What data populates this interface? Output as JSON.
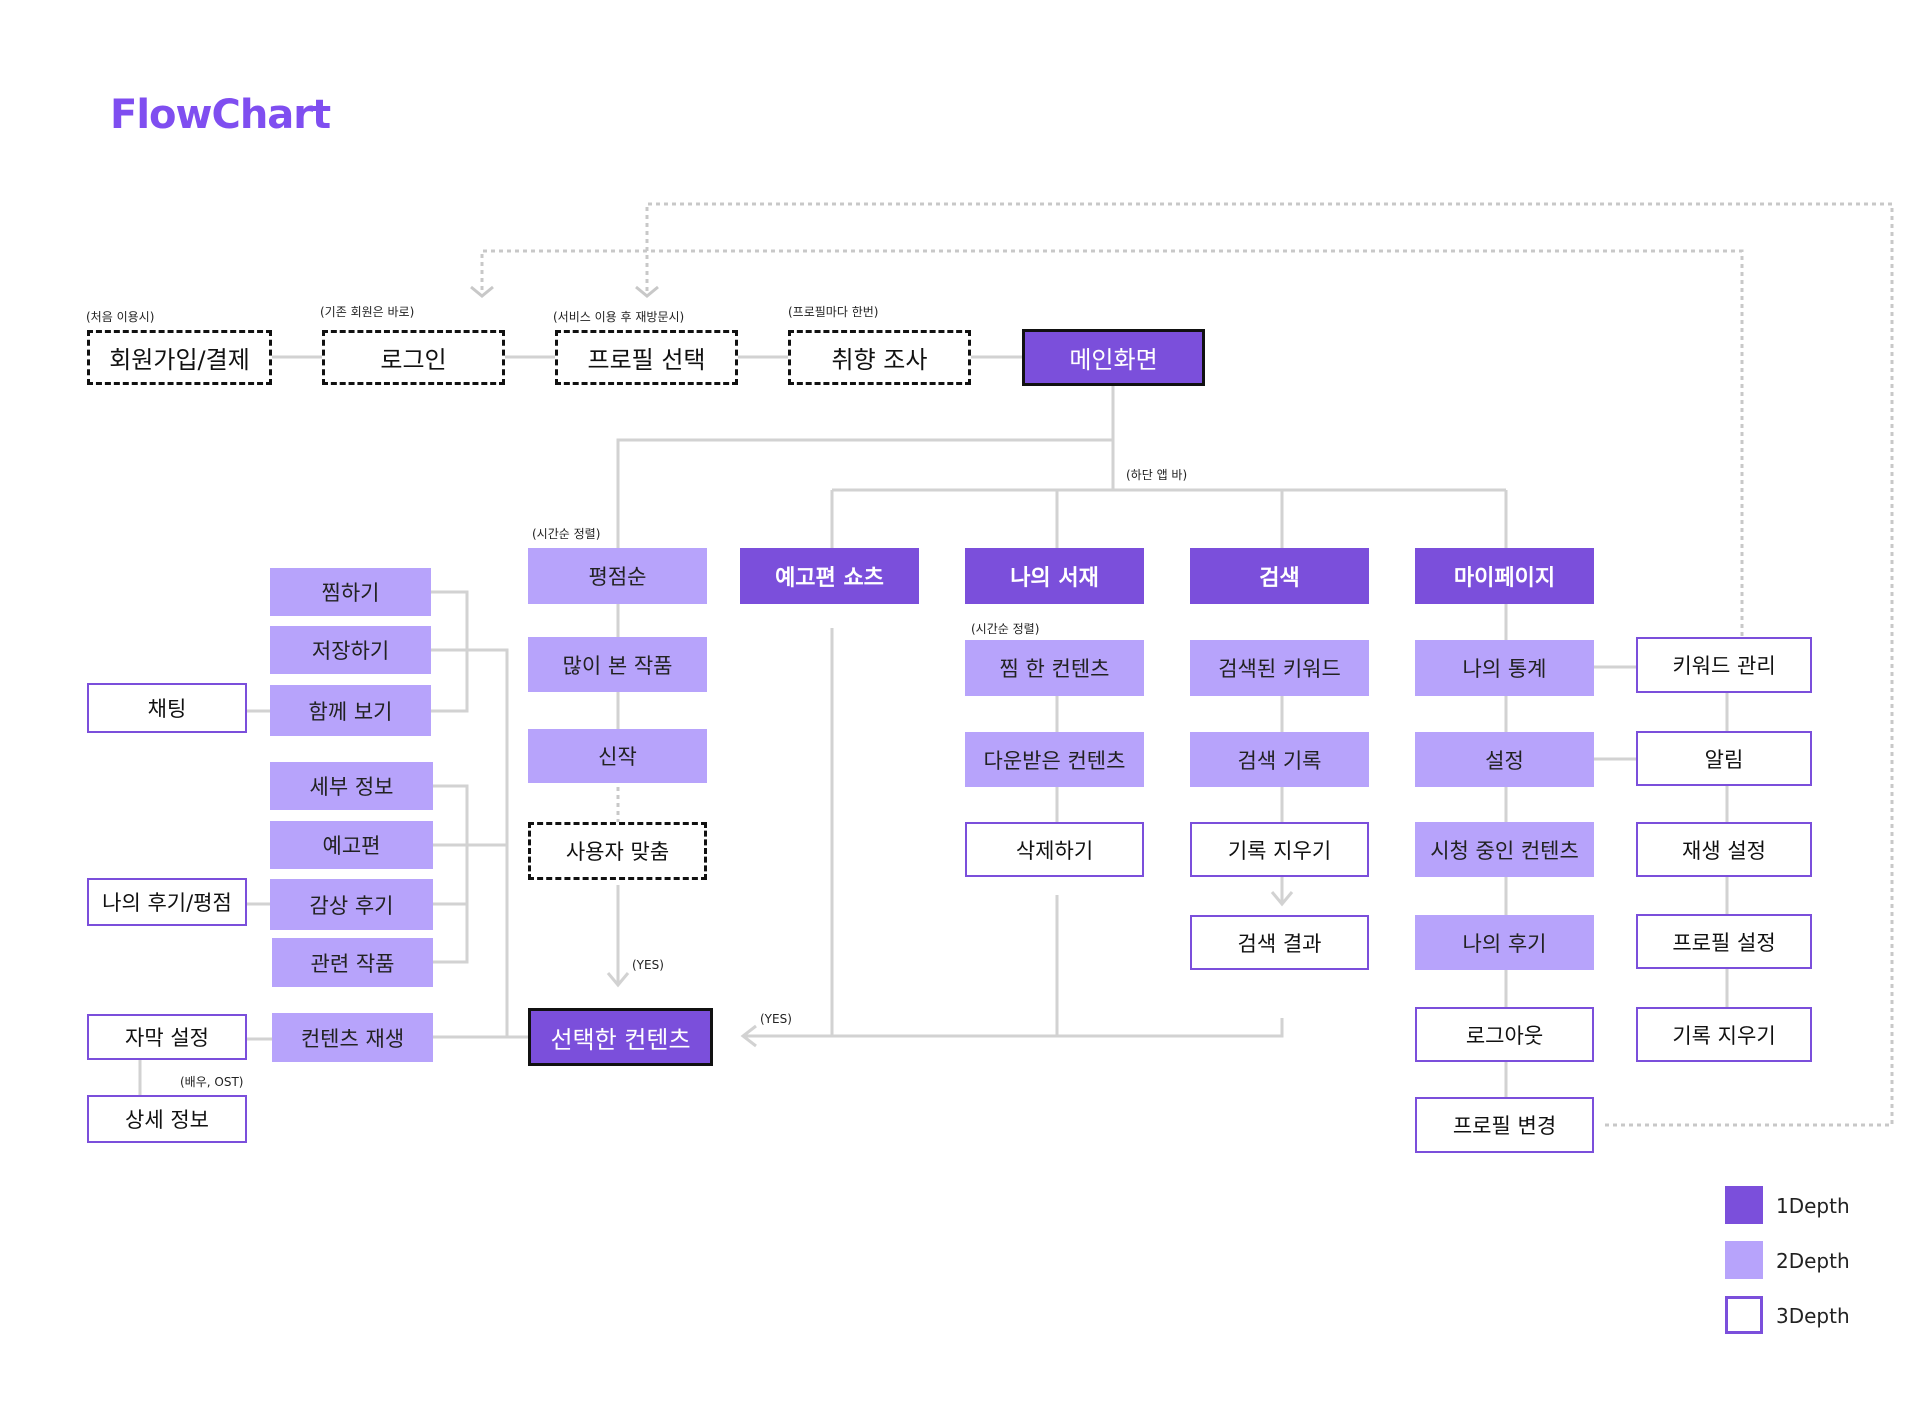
{
  "title": "FlowChart",
  "colors": {
    "depth1": "#7b4fdb",
    "depth2": "#b7a3fb",
    "depth3_border": "#7b4fdb",
    "title": "#7f4ef0",
    "connector": "#d2d2d2"
  },
  "onboarding": {
    "signup": {
      "note": "(처음 이용시)",
      "label": "회원가입/결제"
    },
    "login": {
      "note": "(기존 회원은 바로)",
      "label": "로그인"
    },
    "profile_select": {
      "note": "(서비스 이용 후 재방문시)",
      "label": "프로필 선택"
    },
    "taste_survey": {
      "note": "(프로필마다 한번)",
      "label": "취향 조사"
    },
    "main_screen": {
      "label": "메인화면"
    }
  },
  "bottom_bar_note": "(하단 앱 바)",
  "home": {
    "note": "(시간순 정렬)",
    "rating_order": "평점순",
    "most_watched": "많이 본 작품",
    "new_release": "신작",
    "personalized": "사용자 맞춤",
    "yes_note": "(YES)"
  },
  "selected_content": {
    "label": "선택한 컨텐츠",
    "yes_note": "(YES)"
  },
  "content_actions": {
    "wishlist": "찜하기",
    "save": "저장하기",
    "watch_together": "함께 보기",
    "details": "세부 정보",
    "trailer": "예고편",
    "review": "감상 후기",
    "related": "관련 작품",
    "play": "컨텐츠 재생"
  },
  "content_subs": {
    "chatting": "채팅",
    "my_review": "나의 후기/평점",
    "subtitle_settings": "자막 설정",
    "detail_info": "상세 정보",
    "detail_note": "(배우, OST)"
  },
  "tabs": {
    "shorts": "예고편 쇼츠",
    "library": "나의 서재",
    "search": "검색",
    "mypage": "마이페이지"
  },
  "library": {
    "note": "(시간순 정렬)",
    "wished": "찜 한 컨텐츠",
    "downloaded": "다운받은 컨텐츠",
    "delete": "삭제하기"
  },
  "search": {
    "searched_keywords": "검색된 키워드",
    "history": "검색 기록",
    "clear_history": "기록 지우기",
    "results": "검색 결과"
  },
  "mypage": {
    "stats": "나의 통계",
    "settings": "설정",
    "watching": "시청 중인 컨텐츠",
    "my_reviews": "나의 후기",
    "logout": "로그아웃",
    "change_profile": "프로필 변경"
  },
  "mypage_subs": {
    "keyword_manage": "키워드 관리",
    "notifications": "알림",
    "playback": "재생 설정",
    "profile_settings": "프로필 설정",
    "clear_history": "기록 지우기"
  },
  "legend": {
    "depth1": "1Depth",
    "depth2": "2Depth",
    "depth3": "3Depth"
  }
}
